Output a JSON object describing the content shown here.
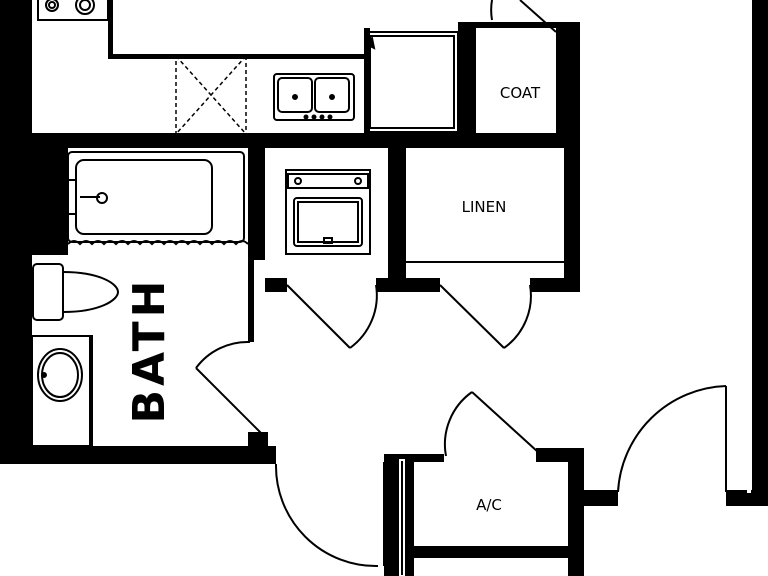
{
  "rooms": {
    "coat": "COAT",
    "linen": "LINEN",
    "bath": "BATH",
    "ac": "A/C"
  },
  "colors": {
    "wall": "#000000",
    "floor": "#ffffff",
    "fixture_line": "#000000"
  },
  "fixtures": [
    "range",
    "refrigerator-space",
    "double-sink",
    "dishwasher",
    "bathtub",
    "toilet",
    "vanity-sink",
    "stacked-washer-dryer"
  ]
}
